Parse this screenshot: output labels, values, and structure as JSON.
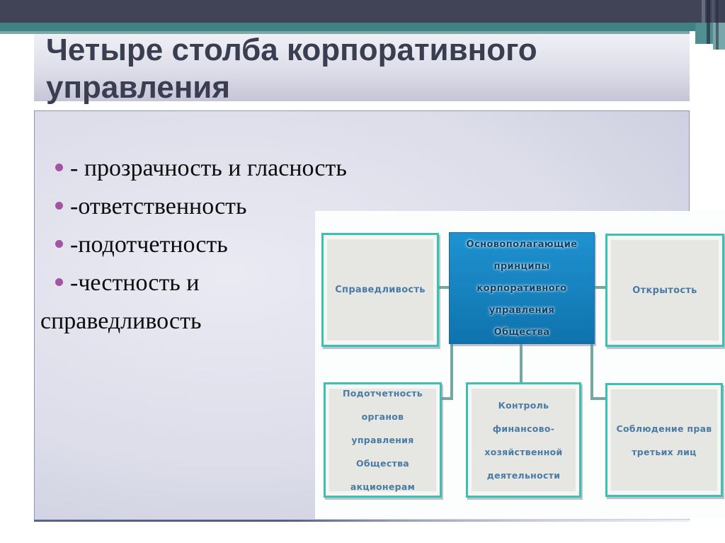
{
  "slide": {
    "title": "Четыре столба корпоративного управления",
    "bullets": [
      "- прозрачность и гласность",
      "-ответственность",
      "-подотчетность",
      "-честность и"
    ],
    "bullet_continuation": "справедливость"
  },
  "diagram": {
    "top_left": "Справедливость",
    "center": "Основополагающие принципы\nкорпоративного управления\nОбщества",
    "top_right": "Открытость",
    "bottom_left": "Подотчетность органов\nуправления Общества\nакционерам",
    "bottom_center": "Контроль финансово-\nхозяйственной\nдеятельности",
    "bottom_right": "Соблюдение прав\nтретьих лиц"
  },
  "colors": {
    "top_bar": "#414456",
    "accent_teal": "#3F8184",
    "box_border_teal": "#3FBFB2",
    "center_box_blue": "#1680BC",
    "box_text_blue": "#4A7BA6",
    "bullet_dot_purple": "#A254A2",
    "title_text": "#3A3E51"
  }
}
